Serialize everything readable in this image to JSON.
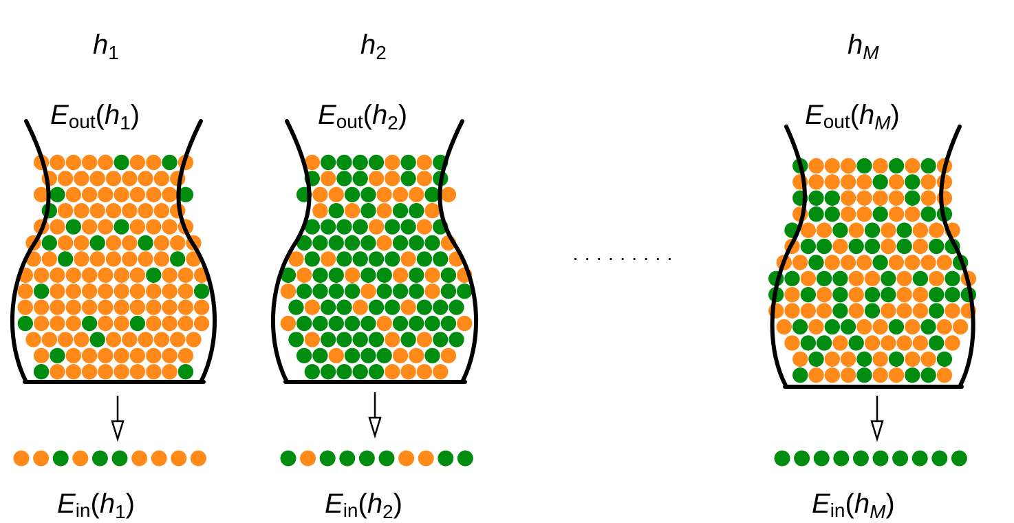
{
  "colors": {
    "orange": "#ff8a1a",
    "green": "#008c0e",
    "ink": "#000000"
  },
  "dots": "· · · · · · · · ·",
  "bins": [
    {
      "h_main": "h",
      "h_sub": "1",
      "out_E": "E",
      "out_sub": "out",
      "out_open": "(",
      "out_h": "h",
      "out_hsub": "1",
      "out_close": ")",
      "in_E": "E",
      "in_sub": "in",
      "in_open": "(",
      "in_h": "h",
      "in_hsub": "1",
      "in_close": ")",
      "sample": [
        "orange",
        "orange",
        "green",
        "orange",
        "green",
        "green",
        "orange",
        "orange",
        "orange",
        "orange"
      ],
      "marble_rows": [
        "OOOOOGOOGO",
        "OOOOOOOOO",
        "OGOOOOOOOG",
        "GOOOOOOOO",
        "OOGOOGOOOO",
        "OGOOGOOGOOO",
        "OOGOOOOOOGO",
        "OOOOOOOOGOOO",
        "OGOOOOOOOOOG",
        "OOOOOOOOOOOO",
        "GOOOGOOGOOOO",
        "OOOOGOOOOOO",
        "OGOOOOOOOO",
        "GOOOOOOOOG"
      ]
    },
    {
      "h_main": "h",
      "h_sub": "2",
      "out_E": "E",
      "out_sub": "out",
      "out_open": "(",
      "out_h": "h",
      "out_hsub": "2",
      "out_close": ")",
      "in_E": "E",
      "in_sub": "in",
      "in_open": "(",
      "in_h": "h",
      "in_hsub": "2",
      "in_close": ")",
      "sample": [
        "green",
        "orange",
        "green",
        "green",
        "green",
        "green",
        "orange",
        "orange",
        "green",
        "green"
      ],
      "marble_rows": [
        "OGGGGOGOG",
        "GOGGOOGOG",
        "GOOGGOOOGO",
        "OGOGOGGO",
        "GGGGOGGOG",
        "GGGGGOGGGO",
        "OGOGGGGOGGO",
        "GOGGOGGOGOGO",
        "OGGGGOGGGOGG",
        "GOGGOGGOGGG",
        "OGGGGGOGGGGO",
        "GOGGGGOGOGG",
        "GGOGGGOOGO",
        "GGGGGOOOO"
      ]
    },
    {
      "h_main": "h",
      "h_sub": "M",
      "out_E": "E",
      "out_sub": "out",
      "out_open": "(",
      "out_h": "h",
      "out_hsub": "M",
      "out_close": ")",
      "in_E": "E",
      "in_sub": "in",
      "in_open": "(",
      "in_h": "h",
      "in_hsub": "M",
      "in_close": ")",
      "sample": [
        "green",
        "green",
        "green",
        "green",
        "green",
        "green",
        "green",
        "green",
        "green",
        "green"
      ],
      "marble_rows": [
        "GOOOGOGOGO",
        "OOOOOGOGOO",
        "GGGOOOOGOO",
        "OGGOOGOOGG",
        "GOOGOGOGOOO",
        "OGGOGGOGOGG",
        "OOGOOOGOOOOG",
        "GGOGGOOGOGOGO",
        "GOGOGOGGOOGGG",
        "OOOOGOGOOOGOO",
        "OGOGGOOGOGOO",
        "OGGOGOOOOGO",
        "OGOOGOGOOG",
        "GOOOGOOGGO"
      ]
    }
  ]
}
